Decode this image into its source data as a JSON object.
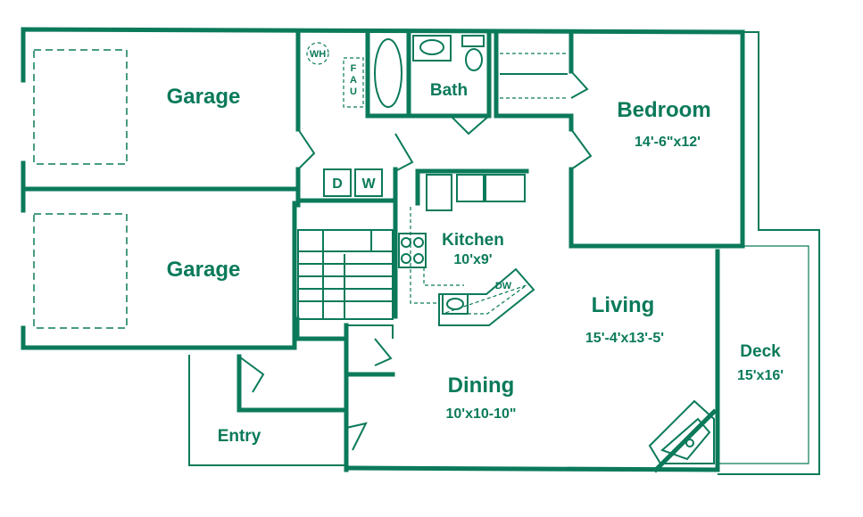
{
  "rooms": {
    "garage_top": {
      "name": "Garage"
    },
    "garage_bottom": {
      "name": "Garage"
    },
    "bath": {
      "name": "Bath"
    },
    "bedroom": {
      "name": "Bedroom",
      "size": "14'-6\"x12'"
    },
    "kitchen": {
      "name": "Kitchen",
      "size": "10'x9'"
    },
    "living": {
      "name": "Living",
      "size": "15'-4'x13'-5'"
    },
    "dining": {
      "name": "Dining",
      "size": "10'x10-10\""
    },
    "deck": {
      "name": "Deck",
      "size": "15'x16'"
    },
    "entry": {
      "name": "Entry"
    }
  },
  "fixtures": {
    "water_heater": "WH",
    "furnace": [
      "F",
      "A",
      "U"
    ],
    "washer_dryer": [
      "D",
      "W"
    ],
    "dishwasher": "DW"
  },
  "colors": {
    "line": "#0b7a5a",
    "background": "#ffffff"
  }
}
